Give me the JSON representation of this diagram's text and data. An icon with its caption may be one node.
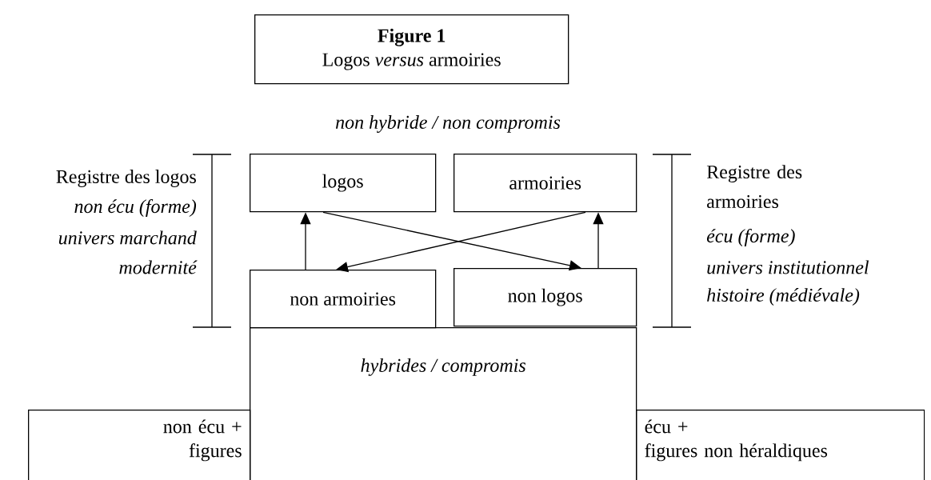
{
  "diagram": {
    "nodes": [
      {
        "text": [
          "Figure 1",
          "Logos *versus* armoiries"
        ]
      },
      {
        "text": [
          "logos"
        ]
      },
      {
        "text": [
          "armoiries"
        ]
      },
      {
        "text": [
          "non armoiries"
        ]
      },
      {
        "text": [
          "non logos"
        ]
      },
      {
        "text": [
          "hybrides / compromis"
        ]
      },
      {
        "text": [
          "non écu +",
          "figures"
        ]
      },
      {
        "text": [
          "écu +",
          "figures non héraldiques"
        ]
      }
    ],
    "edges": [
      {
        "from": 3,
        "to": 1,
        "arrow": "to"
      },
      {
        "from": 1,
        "to": 4,
        "arrow": "to"
      },
      {
        "from": 2,
        "to": 3,
        "arrow": "to"
      },
      {
        "from": 4,
        "to": 2,
        "arrow": "to"
      }
    ],
    "labels": [
      "non hybride / non compromis",
      "Registre des logos",
      "non écu (forme)",
      "univers marchand",
      "modernité",
      "Registre des armoiries",
      "écu (forme)",
      "univers institutionnel",
      "histoire (médiévale)"
    ]
  }
}
